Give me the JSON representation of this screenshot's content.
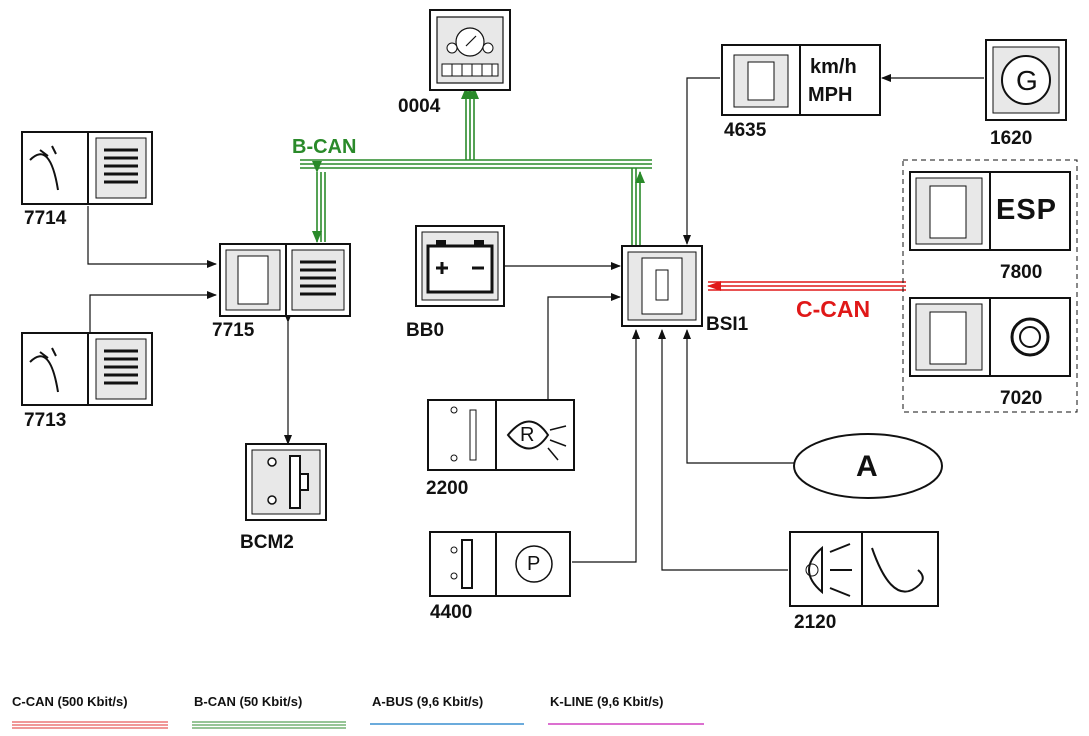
{
  "bus_labels": {
    "b_can": "B-CAN",
    "c_can": "C-CAN"
  },
  "components": {
    "c0004": "0004",
    "c4635": "4635",
    "c1620": "1620",
    "c7714": "7714",
    "c7715": "7715",
    "c7713": "7713",
    "bb0": "BB0",
    "bsi1": "BSI1",
    "c7800": "7800",
    "c7020": "7020",
    "c2200": "2200",
    "bcm2": "BCM2",
    "c4400": "4400",
    "c2120": "2120"
  },
  "box_text": {
    "speed_units_1": "km/h",
    "speed_units_2": "MPH",
    "esp": "ESP",
    "a_label": "A",
    "generator": "G",
    "reverse": "R",
    "park": "P"
  },
  "legend": [
    {
      "label": "C-CAN (500 Kbit/s)",
      "color": "#e03030"
    },
    {
      "label": "B-CAN (50 Kbit/s)",
      "color": "#2e8b2e"
    },
    {
      "label": "A-BUS (9,6 Kbit/s)",
      "color": "#3a8fd0"
    },
    {
      "label": "K-LINE (9,6 Kbit/s)",
      "color": "#d040c0"
    }
  ],
  "colors": {
    "b_can": "#2a8a2a",
    "c_can": "#e01818"
  }
}
